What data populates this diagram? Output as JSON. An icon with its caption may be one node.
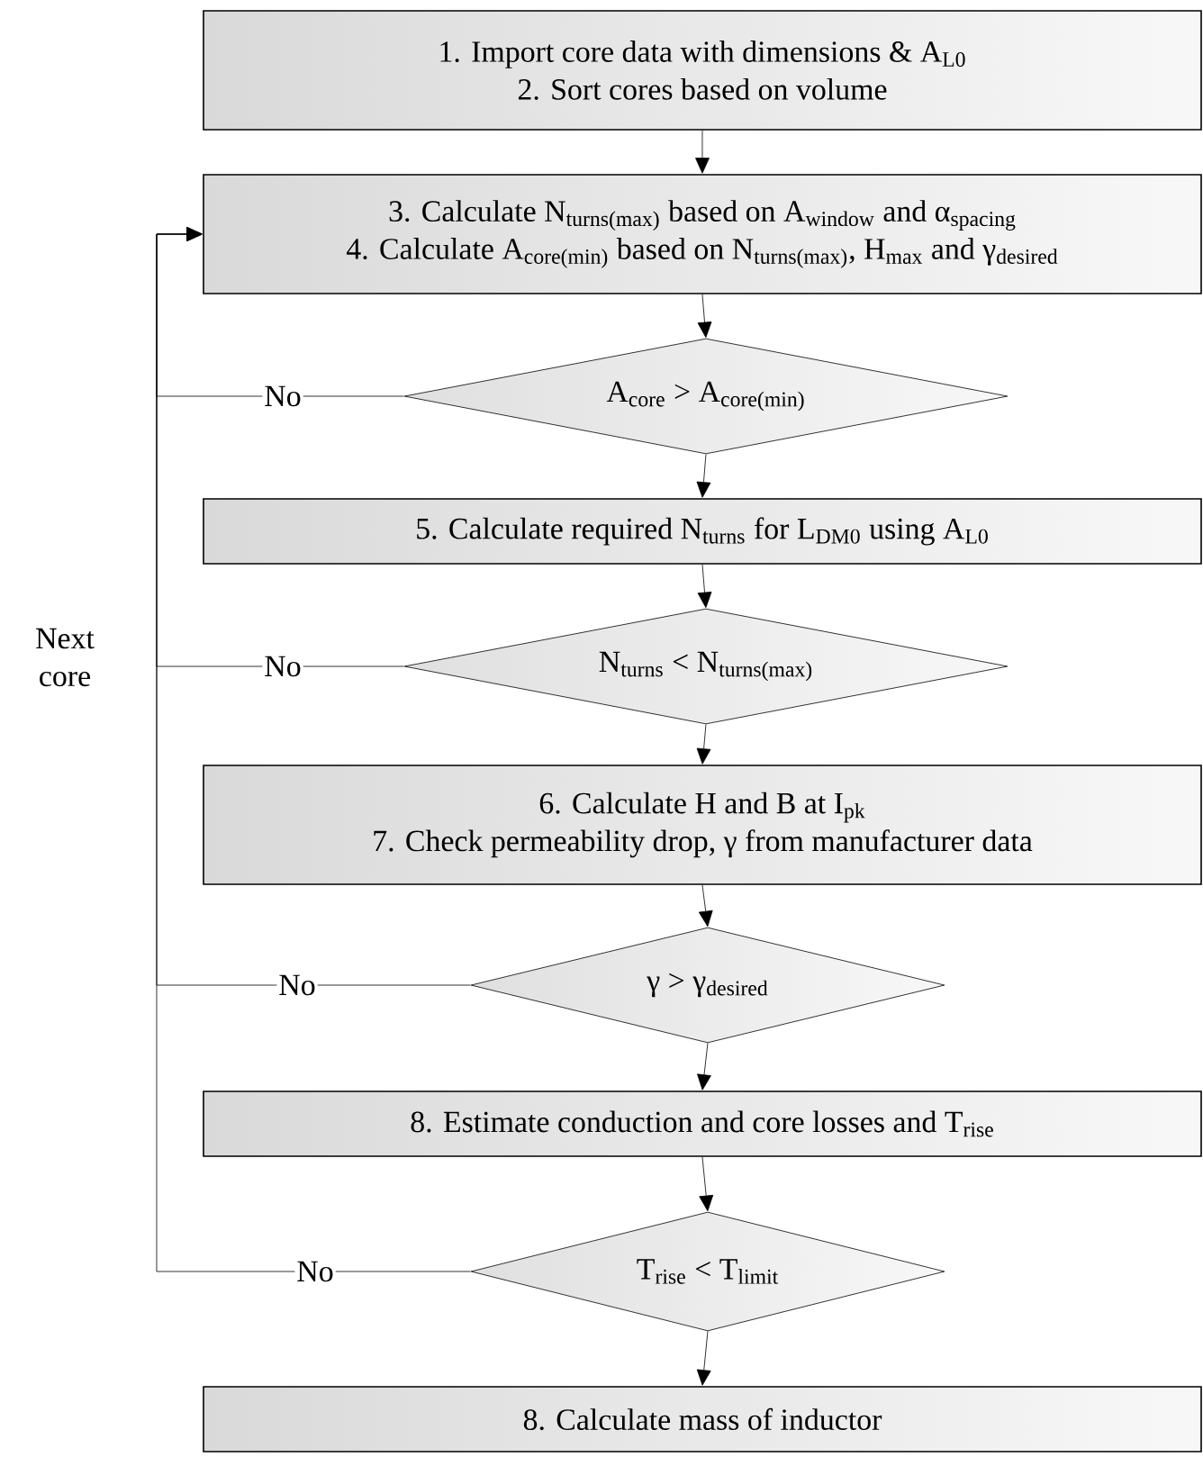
{
  "diagram": {
    "nodes": [
      {
        "text": [
          "1. Import core data with dimensions & A$_{L0}$",
          "2. Sort cores based on volume"
        ]
      },
      {
        "text": [
          "3. Calculate N$_{turns(max)}$ based on A$_{window}$ and α$_{spacing}$",
          "4. Calculate A$_{core(min)}$ based on N$_{turns(max)}$, H$_{max}$ and γ$_{desired}$"
        ]
      },
      {
        "text": [
          "A$_{core}$ > A$_{core(min)}$"
        ]
      },
      {
        "text": [
          "5. Calculate required N$_{turns}$ for L$_{DM0}$ using A$_{L0}$"
        ]
      },
      {
        "text": [
          "N$_{turns}$ < N$_{turns(max)}$"
        ]
      },
      {
        "text": [
          "6. Calculate H and B at I$_{pk}$",
          "7. Check permeability drop, γ from manufacturer data"
        ]
      },
      {
        "text": [
          "γ > γ$_{desired}$"
        ]
      },
      {
        "text": [
          "8. Estimate conduction and core losses and T$_{rise}$"
        ]
      },
      {
        "text": [
          "T$_{rise}$ < T$_{limit}$"
        ]
      },
      {
        "text": [
          "8. Calculate mass of inductor"
        ]
      }
    ],
    "edges": [
      {
        "from": 0,
        "to": 1,
        "arrow": "to"
      },
      {
        "from": 1,
        "to": 2,
        "arrow": "to"
      },
      {
        "from": 2,
        "to": 3,
        "arrow": "to"
      },
      {
        "from": 3,
        "to": 4,
        "arrow": "to"
      },
      {
        "from": 4,
        "to": 5,
        "arrow": "to"
      },
      {
        "from": 5,
        "to": 6,
        "arrow": "to"
      },
      {
        "from": 6,
        "to": 7,
        "arrow": "to"
      },
      {
        "from": 7,
        "to": 8,
        "arrow": "to"
      },
      {
        "from": 8,
        "to": 9,
        "arrow": "to"
      },
      {
        "from": 2,
        "to": 1,
        "label": "No",
        "arrow": "to"
      },
      {
        "from": 4,
        "to": 1,
        "label": "No",
        "arrow": "to"
      },
      {
        "from": 6,
        "to": 1,
        "label": "No",
        "arrow": "to"
      },
      {
        "from": 8,
        "to": 1,
        "label": "No",
        "arrow": "to"
      }
    ],
    "labels": [
      "Next core"
    ]
  }
}
